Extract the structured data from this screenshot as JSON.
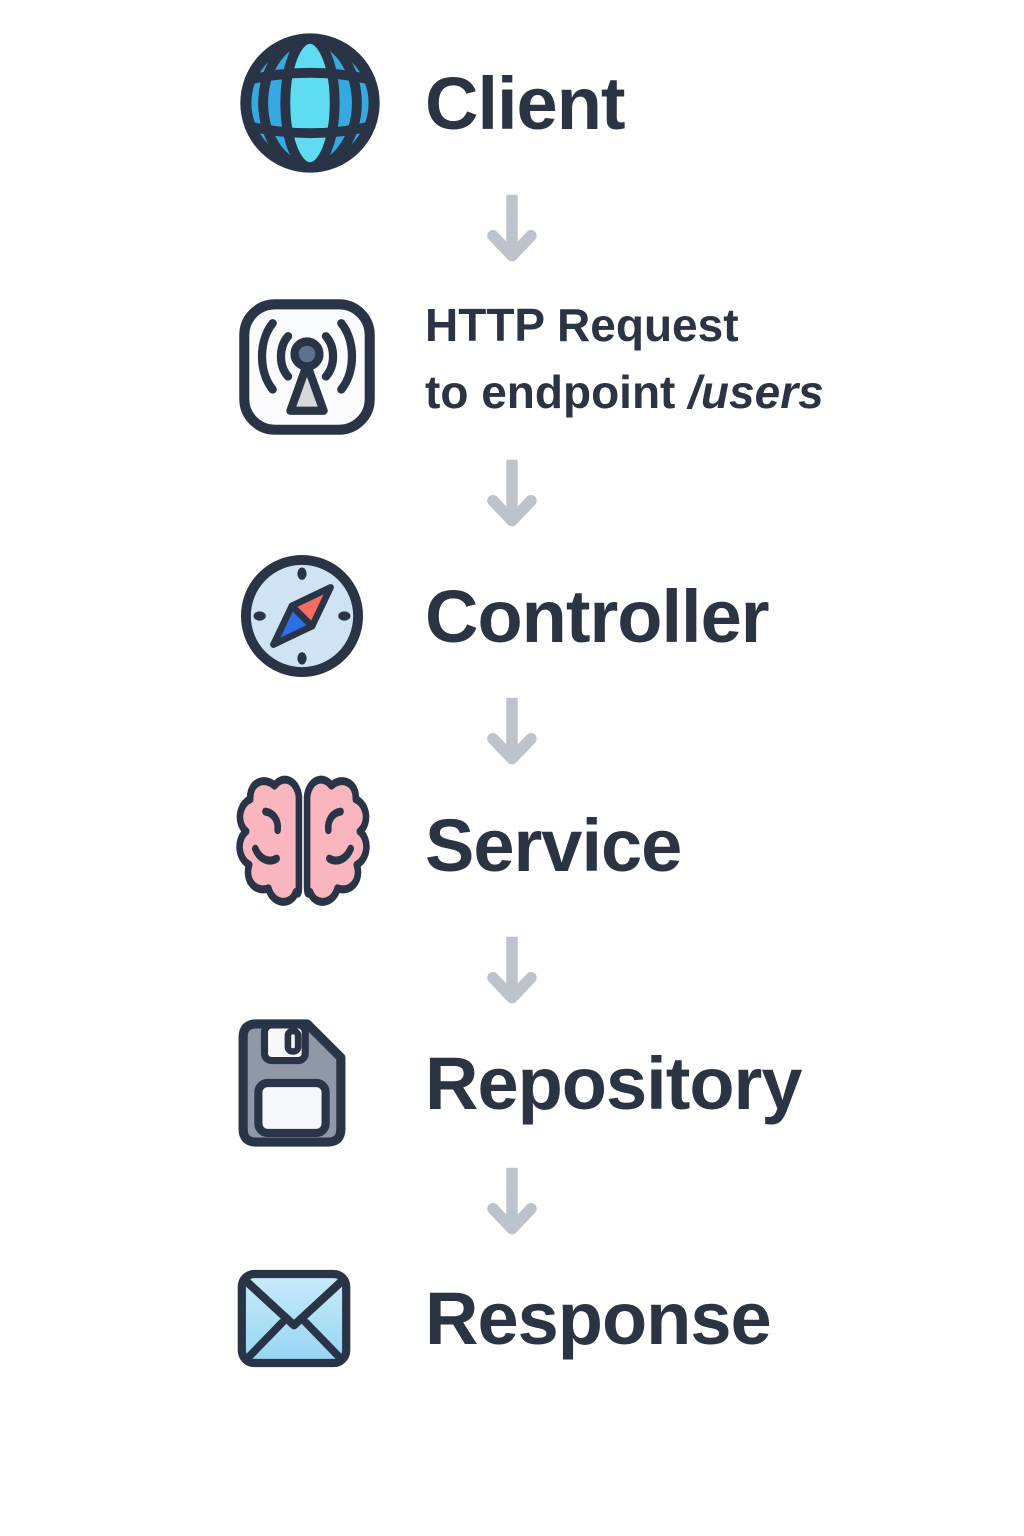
{
  "colors": {
    "background": "#FFFFFF",
    "text": "#2B3442",
    "icon-outline": "#2A3447",
    "arrow": "#BDC3CB",
    "globe-blue": "#36A9E1",
    "globe-light": "#5FDCF2",
    "antenna-bg": "#FAFBFC",
    "antenna-head": "#5D7191",
    "antenna-base": "#D7D8DA",
    "compass-face": "#CFE3F5",
    "compass-needle-red": "#F76C5F",
    "compass-needle-blue": "#2D6FE4",
    "brain-pink": "#F9B6BF",
    "floppy-gray": "#8E98A7",
    "floppy-light": "#F7F8FA",
    "envelope-top": "#C8EBFA",
    "envelope-bottom": "#96D4F3"
  },
  "flow": {
    "connector_icon": "arrow-down-icon",
    "steps": [
      {
        "id": "client",
        "icon": "globe-icon",
        "label": "Client"
      },
      {
        "id": "http-request",
        "icon": "radio-tower-icon",
        "label_line1": "HTTP Request",
        "label_line2_text": "to endpoint ",
        "label_line2_italic": "/users"
      },
      {
        "id": "controller",
        "icon": "compass-icon",
        "label": "Controller"
      },
      {
        "id": "service",
        "icon": "brain-icon",
        "label": "Service"
      },
      {
        "id": "repository",
        "icon": "floppy-disk-icon",
        "label": "Repository"
      },
      {
        "id": "response",
        "icon": "envelope-icon",
        "label": "Response"
      }
    ]
  }
}
